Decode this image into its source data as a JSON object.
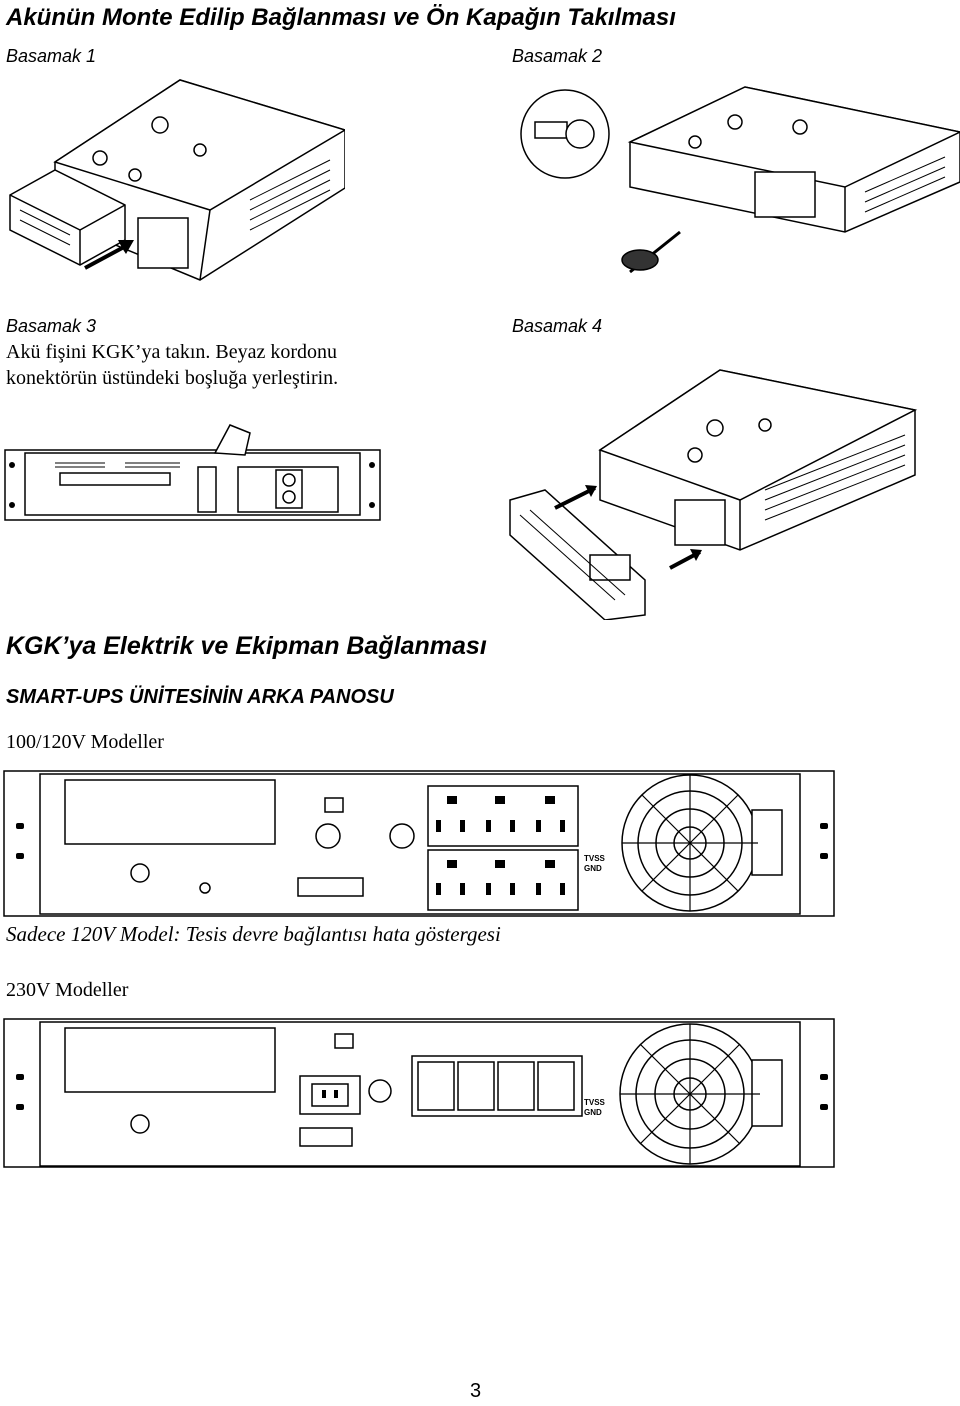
{
  "title": "Akünün Monte Edilip Bağlanması ve Ön Kapağın Takılması",
  "steps": {
    "step1": "Basamak 1",
    "step2": "Basamak 2",
    "step3": "Basamak 3",
    "step3_text_line1": "Akü fişini KGK’ya takın. Beyaz kordonu",
    "step3_text_line2": "konektörün üstündeki boşluğa yerleştirin.",
    "step4": "Basamak 4"
  },
  "section": {
    "title": "KGK’ya Elektrik ve Ekipman Bağlanması",
    "subtitle": "SMART-UPS ÜNİTESİNİN ARKA PANOSU",
    "models_120": "100/120V Modeller",
    "caption_120": "Sadece 120V Model: Tesis devre bağlantısı hata göstergesi",
    "models_230": "230V Modeller"
  },
  "panel_labels": {
    "ground_label_1": "TVSS",
    "ground_label_2": "GND"
  },
  "page_number": "3"
}
